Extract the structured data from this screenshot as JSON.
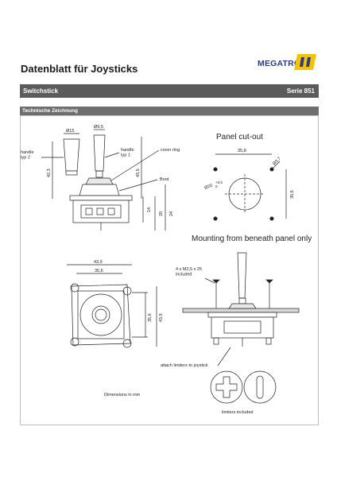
{
  "header": {
    "title": "Datenblatt für Joysticks",
    "brand": "MEGATRON"
  },
  "section_bar": {
    "left": "Switchstick",
    "right": "Serie 851"
  },
  "subsection": {
    "title": "Technische Zeichnung"
  },
  "drawing": {
    "side_view": {
      "dim_dia_15": "Ø15",
      "dim_dia_9_5": "Ø9,5",
      "label_handle_type2": "handle\ntyp 2",
      "label_handle_type1": "handle\ntyp 1",
      "label_cover_ring": "cover ring",
      "label_boot": "Boot",
      "dim_42_3": "42,3",
      "dim_43_5": "43,5",
      "dim_14": "14",
      "dim_20": "20",
      "dim_24": "24"
    },
    "panel_cutout": {
      "title": "Panel cut-out",
      "dim_35_8": "35,8",
      "dim_dia_3_7": "Ø3,7",
      "dim_dia_20": "Ø20",
      "tolerance_plus": "+0,5",
      "tolerance_zero": "0",
      "dim_35_6": "35,6"
    },
    "mounting": {
      "title": "Mounting from beneath panel only",
      "label_screws": "4 x M2,5 x 25\nincluded",
      "label_attach_limiters": "attach limiters to joystick",
      "label_limiters_included": "limiters included"
    },
    "top_view": {
      "dim_43_9_top": "43,9",
      "dim_35_6_top": "35,6",
      "dim_35_6_side": "35,6",
      "dim_43_9_side": "43,9"
    },
    "note_units": "Dimensions in mm"
  },
  "colors": {
    "brand_blue": "#2d3a8c",
    "brand_yellow": "#f2c500",
    "bar_dark": "#5b5b5b",
    "bar_light": "#6e6e6e"
  }
}
